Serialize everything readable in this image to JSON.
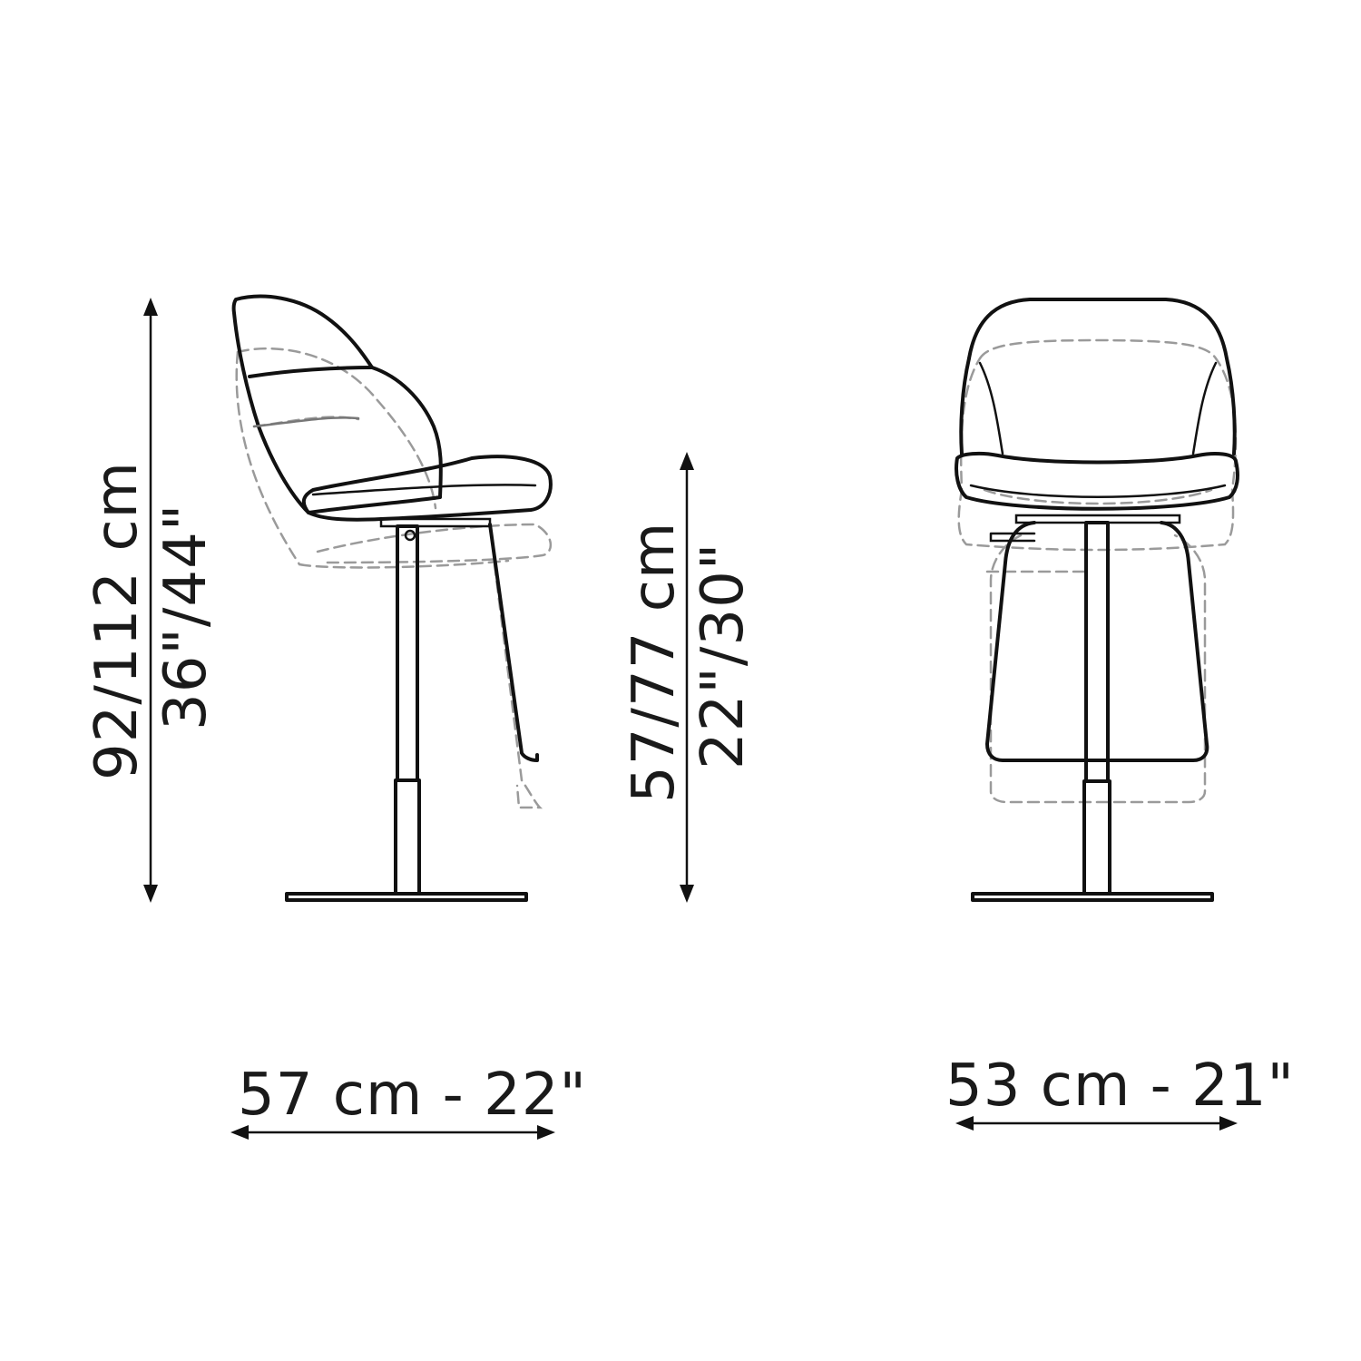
{
  "dimensions": {
    "side_height_cm": "92/112 cm",
    "side_height_in": "36\"/44\"",
    "seat_height_cm": "57/77 cm",
    "seat_height_in": "22\"/30\"",
    "side_depth": "57 cm - 22\"",
    "front_width": "53 cm - 21\""
  },
  "colors": {
    "line": "#111111",
    "ghost": "#9a9a9a",
    "background": "#ffffff"
  }
}
